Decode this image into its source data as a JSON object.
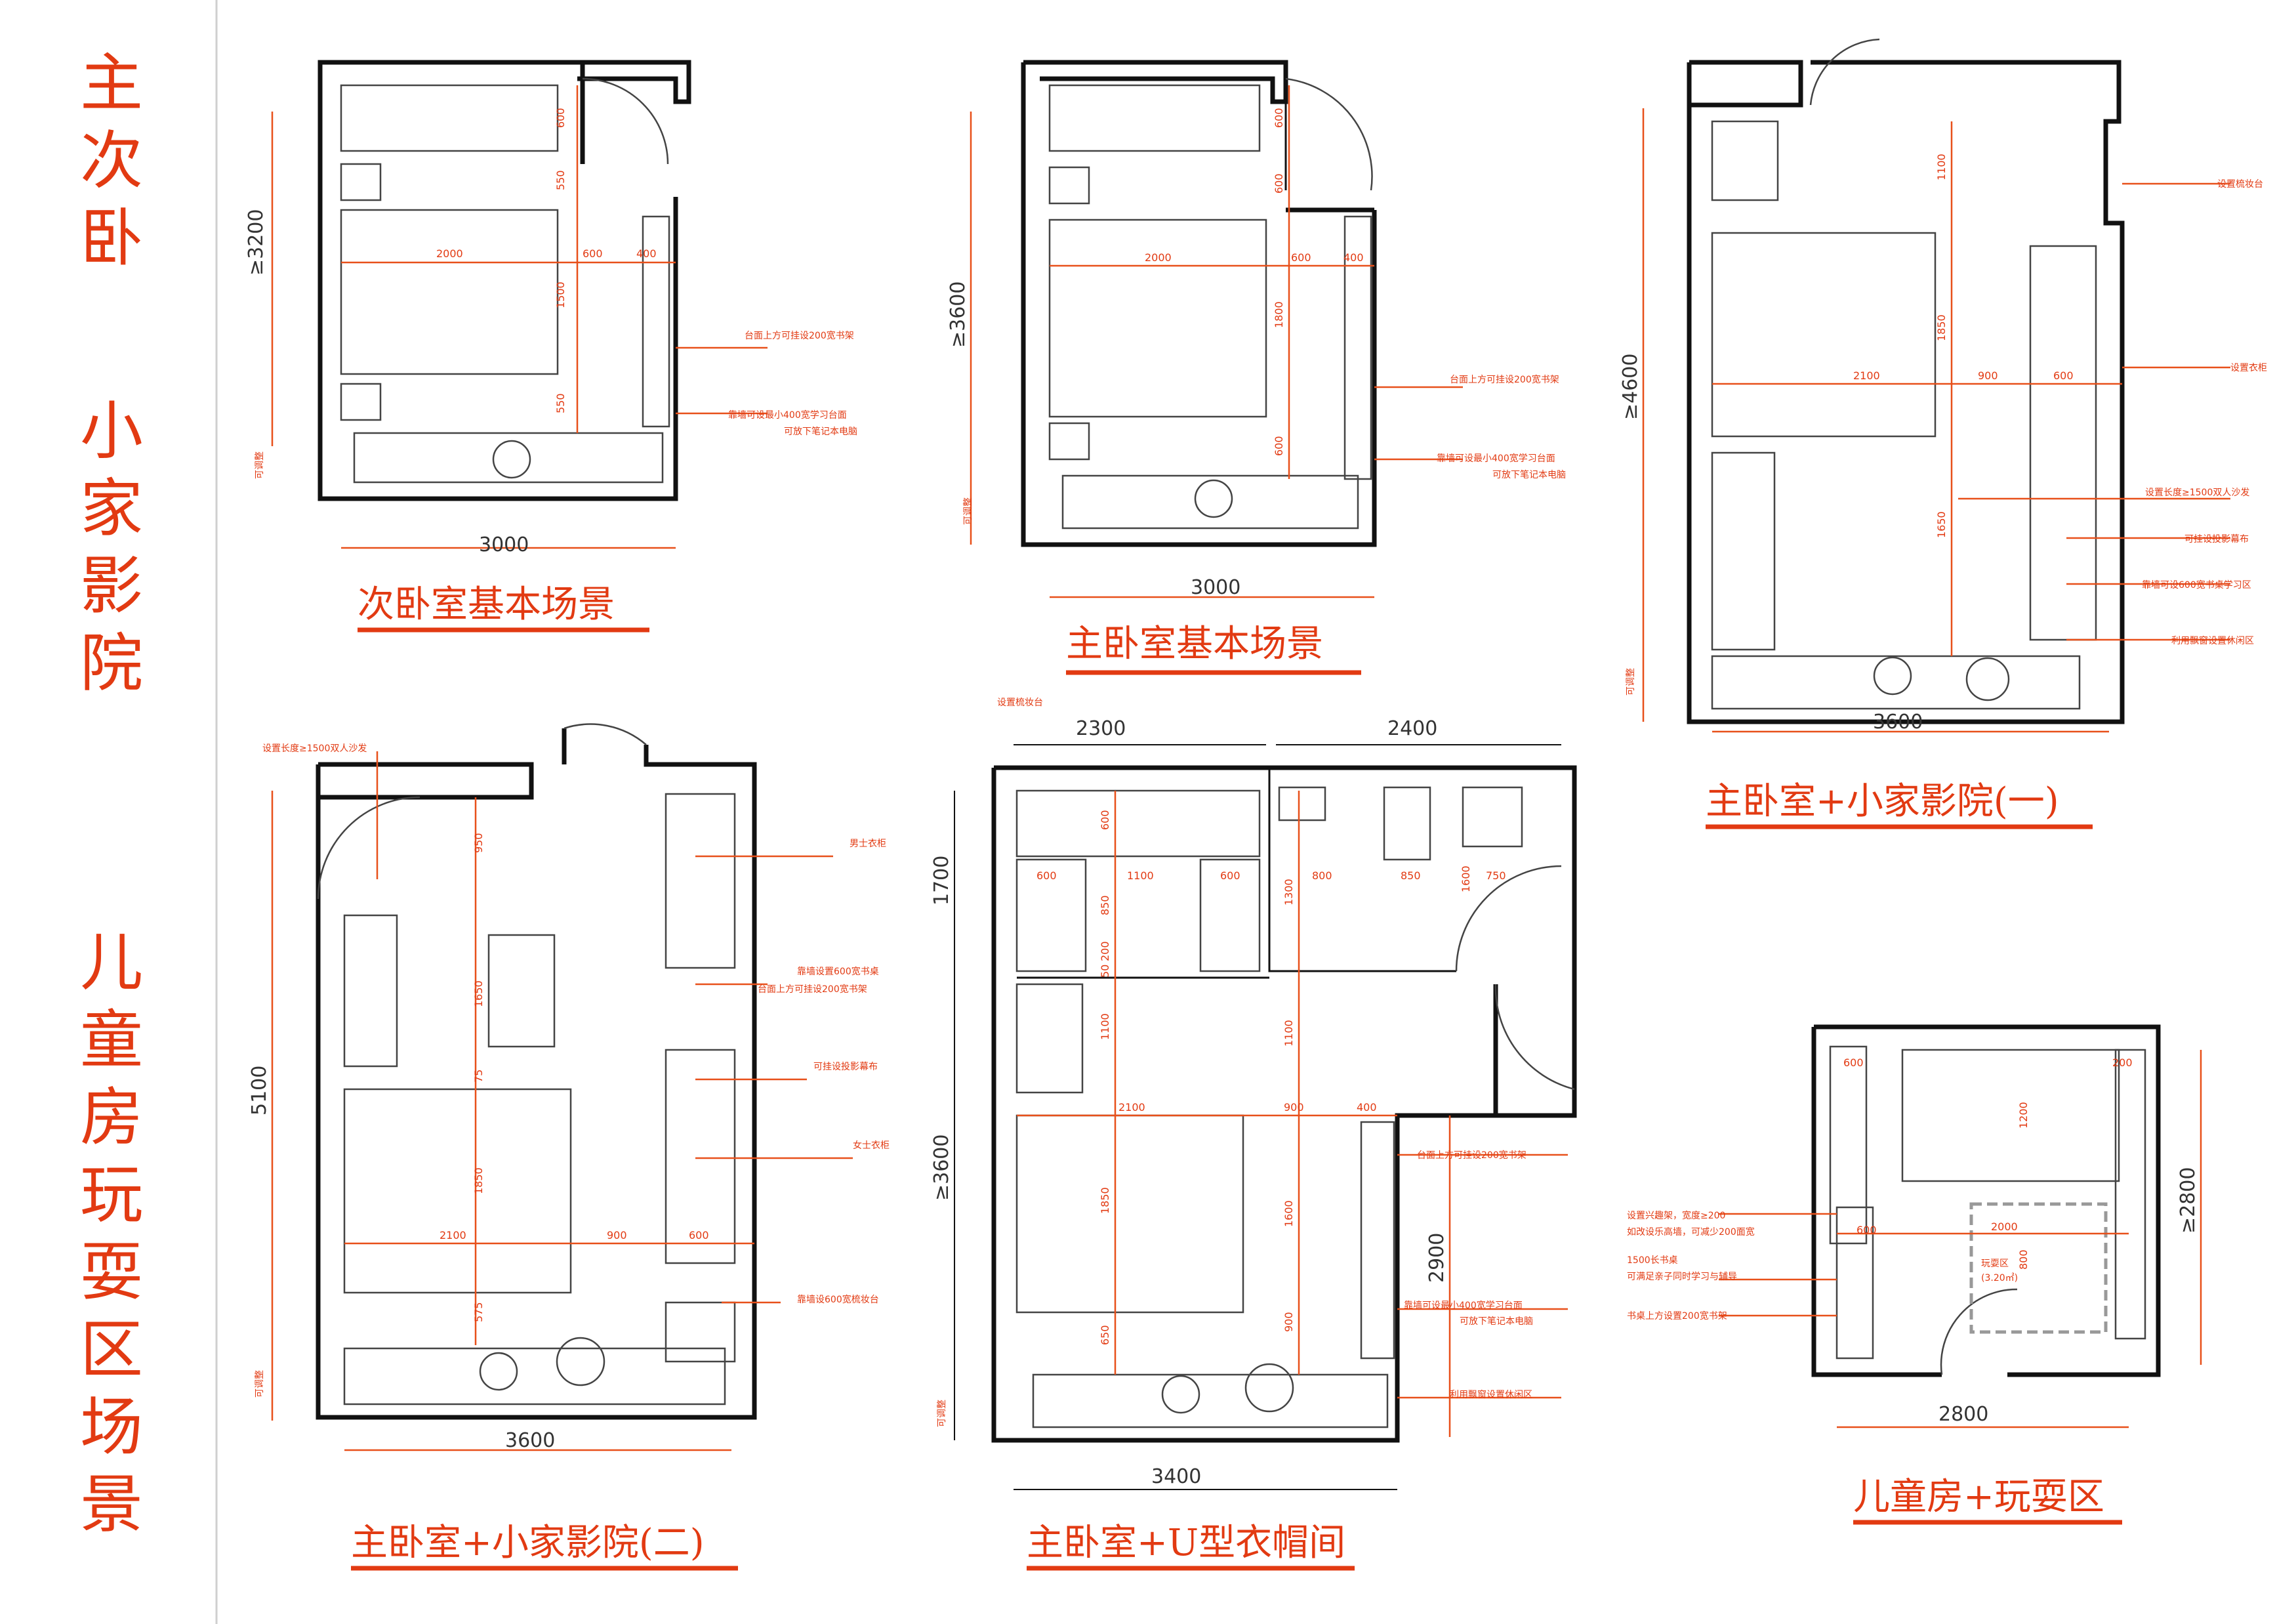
{
  "side_title": {
    "col1": "主次卧",
    "col2": "小家影院",
    "col3": "儿童房玩耍区场景"
  },
  "colors": {
    "accent": "#e23a12",
    "wall": "#111111"
  },
  "plans": {
    "p1": {
      "caption": "次卧室基本场景",
      "dims": {
        "width": "3000",
        "height": "≥3200",
        "bed": "2000",
        "side": "600",
        "desk": "400",
        "d600": "600",
        "d550a": "550",
        "d1500": "1500",
        "d550b": "550"
      },
      "notes": [
        "台面上方可挂设200宽书架",
        "靠墙可设最小400宽学习台面",
        "可放下笔记本电脑"
      ],
      "small": "可调整"
    },
    "p2": {
      "caption": "主卧室基本场景",
      "dims": {
        "width": "3000",
        "height": "≥3600",
        "bed": "2000",
        "side": "600",
        "desk": "400",
        "d600a": "600",
        "d600b": "600",
        "d1800": "1800",
        "d600c": "600"
      },
      "notes": [
        "台面上方可挂设200宽书架",
        "靠墙可设最小400宽学习台面",
        "可放下笔记本电脑"
      ],
      "small": "可调整"
    },
    "p3": {
      "caption": "主卧室+小家影院(一)",
      "dims": {
        "width": "3600",
        "height": "≥4600",
        "bed": "2100",
        "side": "900",
        "wardrobe": "600",
        "d1100": "1100",
        "d1850": "1850",
        "d1650": "1650"
      },
      "notes": [
        "设置梳妆台",
        "设置衣柜",
        "设置长度≥1500双人沙发",
        "可挂设投影幕布",
        "靠墙可设600宽书桌学习区",
        "利用飘窗设置休闲区"
      ],
      "small": "可调整"
    },
    "p4": {
      "caption": "主卧室+小家影院(二)",
      "dims": {
        "width": "3600",
        "height": "5100",
        "bed": "2100",
        "side": "900",
        "wardrobe": "600",
        "d950": "950",
        "d1650": "1650",
        "d75": "75",
        "d1850": "1850",
        "d575": "575"
      },
      "notes": [
        "设置长度≥1500双人沙发",
        "男士衣柜",
        "靠墙设置600宽书桌",
        "台面上方可挂设200宽书架",
        "可挂设投影幕布",
        "女士衣柜",
        "靠墙设600宽梳妆台"
      ],
      "small": "可调整"
    },
    "p5": {
      "caption": "主卧室+U型衣帽间",
      "dims": {
        "width": "3400",
        "w_left": "2300",
        "w_right": "2400",
        "h_top": "1700",
        "h_main": "≥3600",
        "h_right": "2900",
        "bed": "2100",
        "side": "900",
        "desk": "400",
        "c600a": "600",
        "c1100": "1100",
        "c600b": "600",
        "c600c": "600",
        "c850": "850",
        "c200": "200",
        "c50": "50",
        "c1100b": "1100",
        "c1850": "1850",
        "c650": "650",
        "c800": "800",
        "c850b": "850",
        "c1600": "1600",
        "c750": "750",
        "c1300": "1300",
        "c1100c": "1100",
        "c1600b": "1600",
        "c900": "900"
      },
      "notes": [
        "设置梳妆台",
        "台面上方可挂设200宽书架",
        "靠墙可设最小400宽学习台面",
        "可放下笔记本电脑",
        "利用飘窗设置休闲区"
      ],
      "small": "可调整"
    },
    "p6": {
      "caption": "儿童房+玩耍区",
      "dims": {
        "width": "2800",
        "height": "≥2800",
        "bed": "2000",
        "c600a": "600",
        "c200": "200",
        "c1200": "1200",
        "c600b": "600",
        "c800": "800"
      },
      "play_label": "玩耍区",
      "play_area": "(3.20㎡)",
      "notes": [
        "设置兴趣架，宽度≥200",
        "如改设乐高墙，可减少200面宽",
        "1500长书桌",
        "可满足亲子同时学习与辅导",
        "书桌上方设置200宽书架"
      ]
    }
  }
}
